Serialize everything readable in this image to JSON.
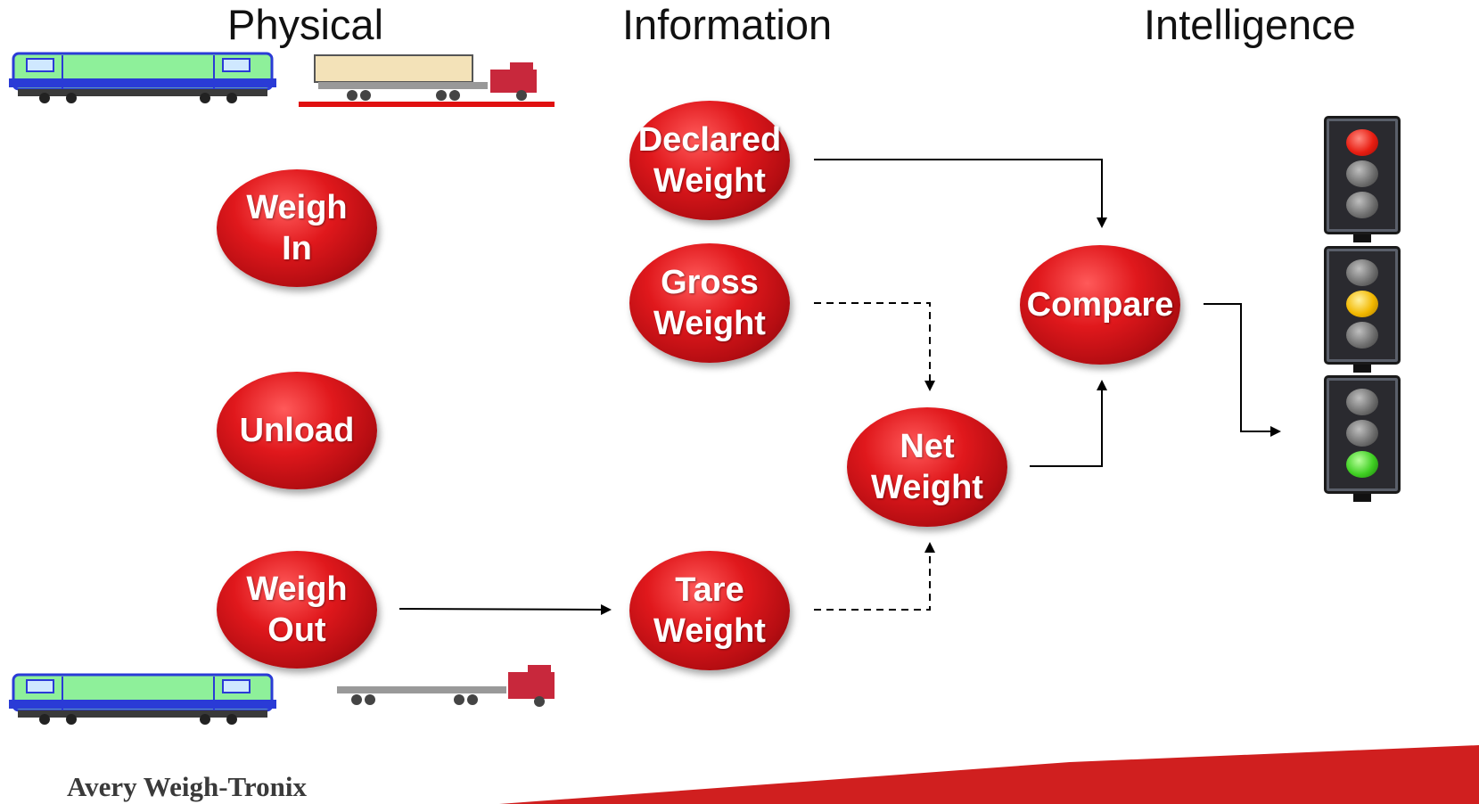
{
  "columns": {
    "physical": "Physical",
    "information": "Information",
    "intelligence": "Intelligence"
  },
  "nodes": {
    "weigh_in": "Weigh\nIn",
    "unload": "Unload",
    "weigh_out": "Weigh\nOut",
    "declared_weight": "Declared\nWeight",
    "gross_weight": "Gross\nWeight",
    "tare_weight": "Tare\nWeight",
    "net_weight": "Net\nWeight",
    "compare": "Compare"
  },
  "traffic_lights": [
    {
      "active": "red"
    },
    {
      "active": "amber"
    },
    {
      "active": "green"
    }
  ],
  "colors": {
    "node_red": "#d4141a",
    "accent_bar": "#d01f1f",
    "locomotive_body": "#8ef09a",
    "locomotive_trim": "#2a3bd6",
    "truck_cab": "#c8283c"
  },
  "footer": {
    "brand": "Avery Weigh-Tronix"
  }
}
